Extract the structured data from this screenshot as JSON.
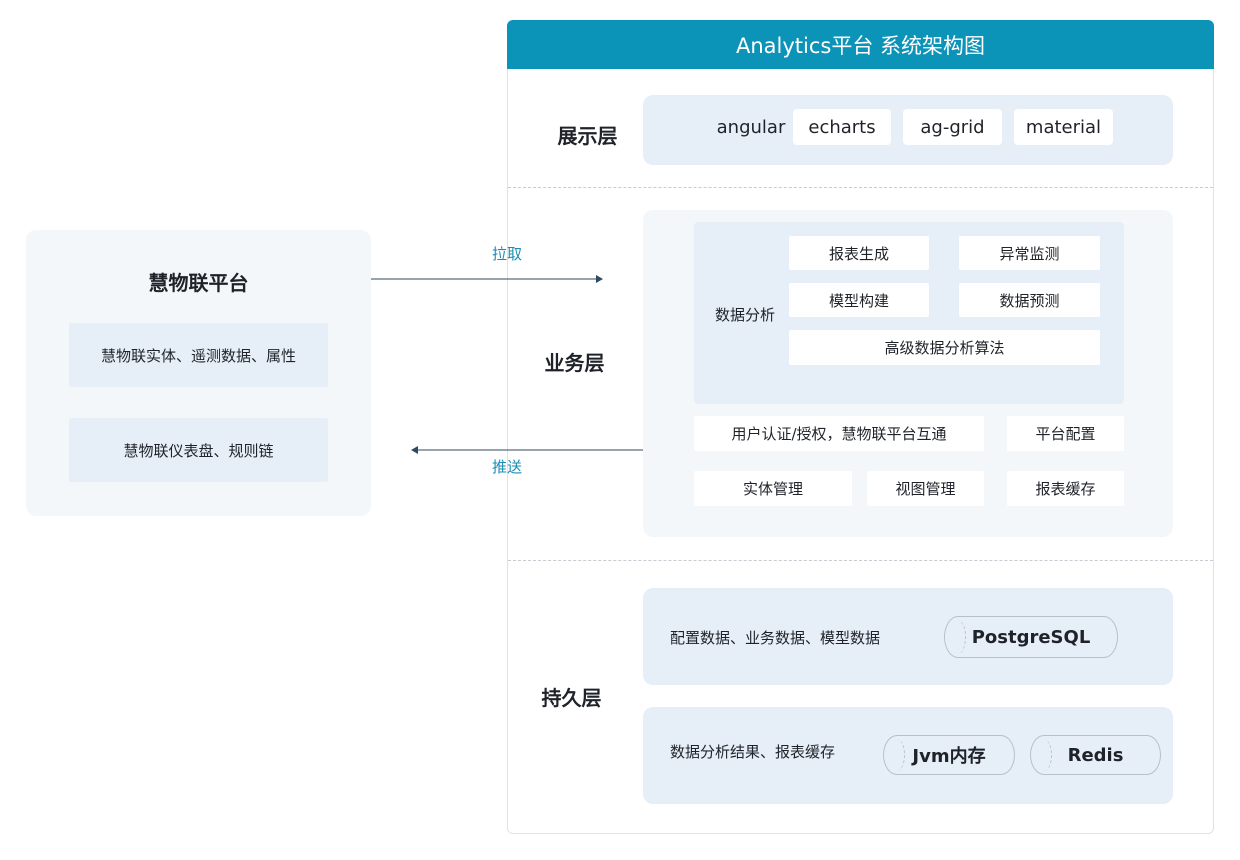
{
  "title": "Analytics平台 系统架构图",
  "layers": {
    "presentation": {
      "label": "展示层",
      "items": [
        "angular",
        "echarts",
        "ag-grid",
        "material"
      ]
    },
    "business": {
      "label": "业务层",
      "analysis": {
        "label": "数据分析",
        "items": [
          "报表生成",
          "异常监测",
          "模型构建",
          "数据预测",
          "高级数据分析算法"
        ]
      },
      "services": [
        "用户认证/授权，慧物联平台互通",
        "平台配置",
        "实体管理",
        "视图管理",
        "报表缓存"
      ]
    },
    "persistence": {
      "label": "持久层",
      "rows": [
        {
          "text": "配置数据、业务数据、模型数据",
          "stores": [
            "PostgreSQL"
          ]
        },
        {
          "text": "数据分析结果、报表缓存",
          "stores": [
            "Jvm内存",
            "Redis"
          ]
        }
      ]
    }
  },
  "platform": {
    "title": "慧物联平台",
    "items": [
      "慧物联实体、遥测数据、属性",
      "慧物联仪表盘、规则链"
    ]
  },
  "arrows": {
    "pull": "拉取",
    "push": "推送"
  },
  "colors": {
    "header": "#0b93b8",
    "panel": "#e6eff7",
    "panel_light": "#f4f7fa",
    "arrow_label": "#1a8db5",
    "arrow_line": "#2f4a5e"
  }
}
